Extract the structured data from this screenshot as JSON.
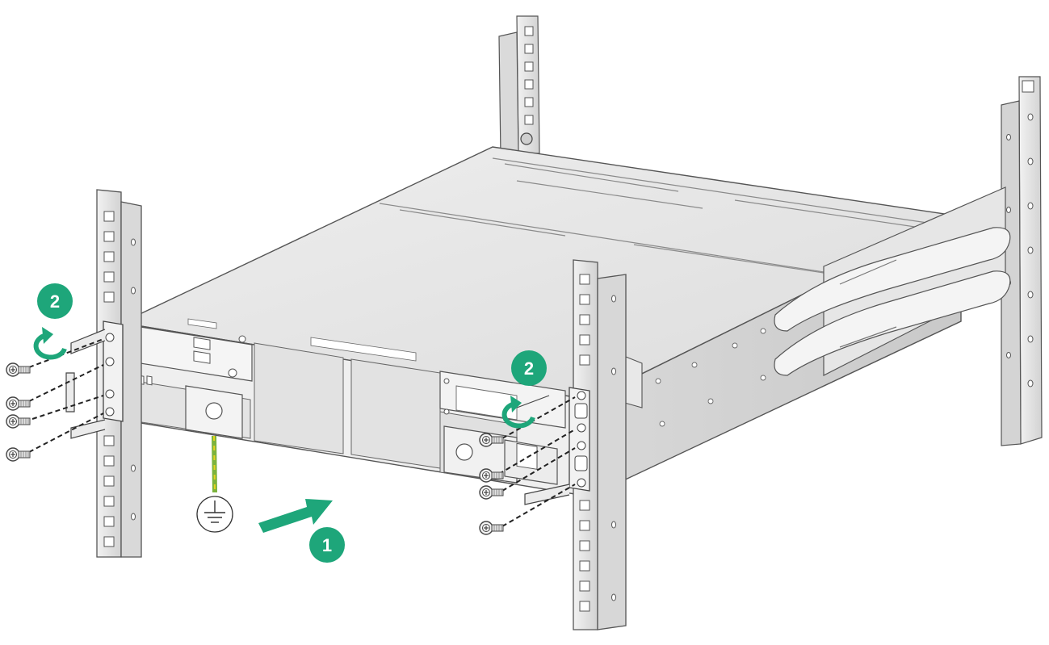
{
  "colors": {
    "accent": "#1ea67a",
    "ground_wire": "#7cb33d",
    "ground_wire_stripe": "#e8d21c",
    "chassis_top": "#e6e6e6",
    "chassis_side": "#d6d6d6",
    "rail": "#e9e9e9",
    "outline": "#4a4a4a"
  },
  "steps": {
    "step1": "1",
    "step2_left": "2",
    "step2_right": "2"
  },
  "icons": {
    "ground": "ground-symbol-icon",
    "rotate": "rotate-arrow-icon",
    "insert": "insert-arrow-icon",
    "screw": "screw-icon"
  }
}
